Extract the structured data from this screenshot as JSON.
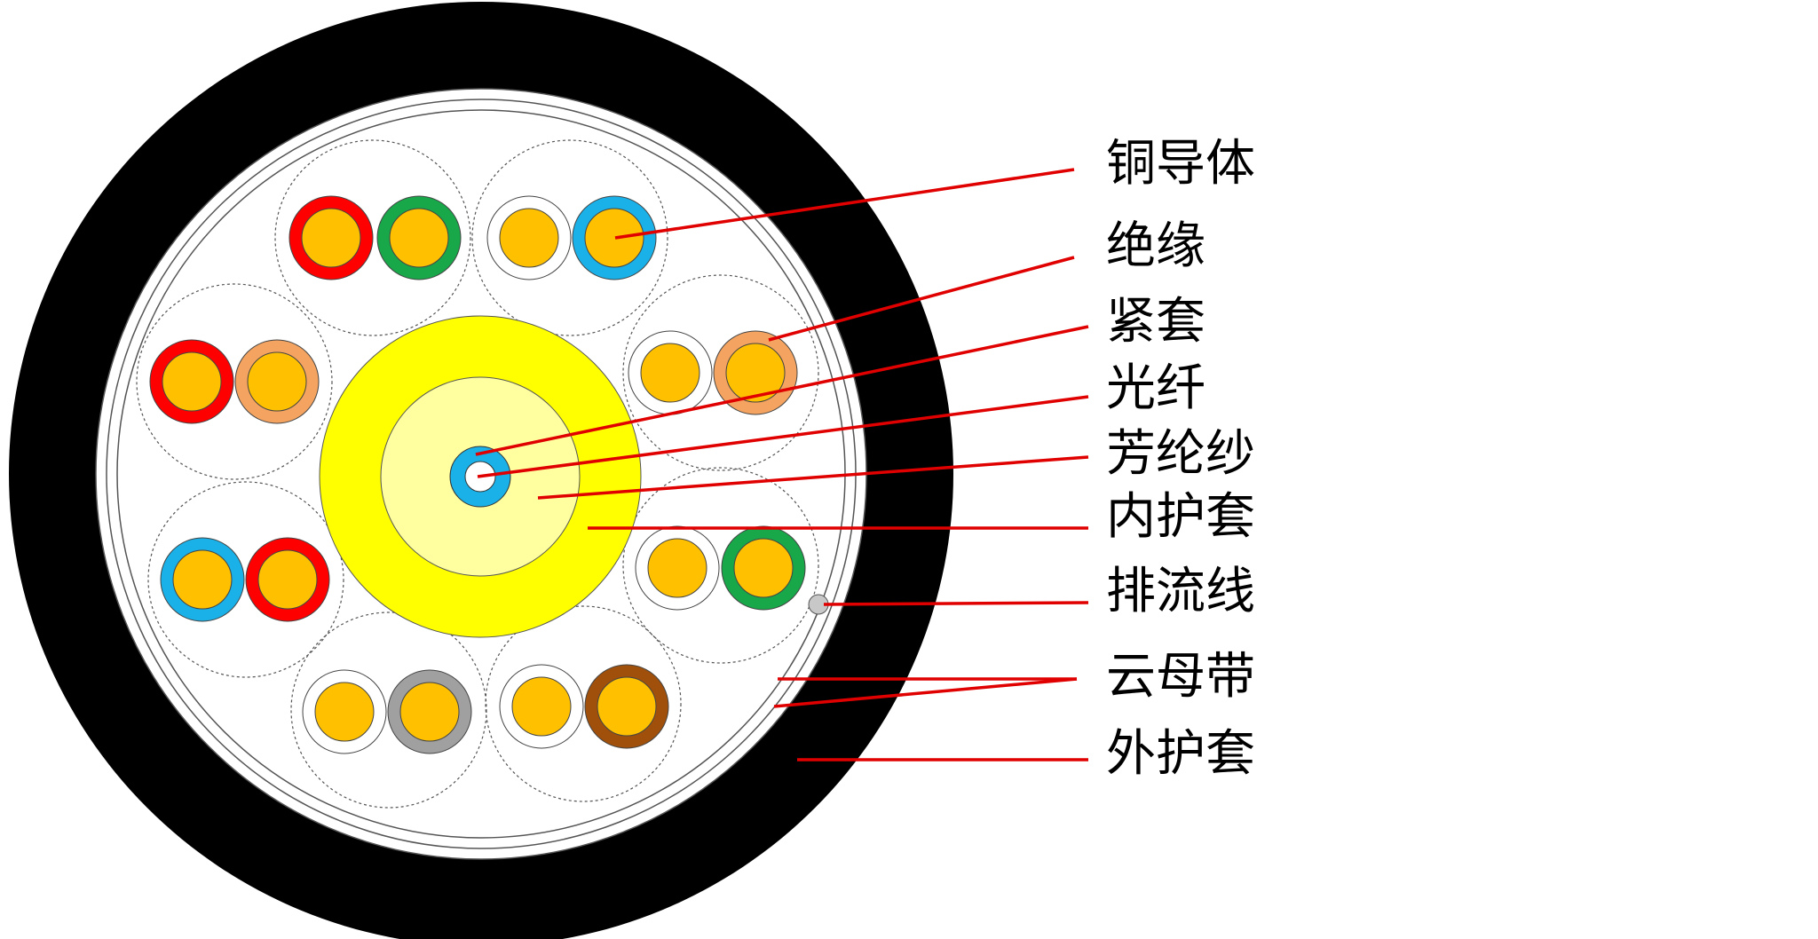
{
  "labels": {
    "copper_conductor": "铜导体",
    "insulation": "绝缘",
    "tight_buffer": "紧套",
    "optical_fiber": "光纤",
    "aramid_yarn": "芳纶纱",
    "inner_sheath": "内护套",
    "drain_wire": "排流线",
    "mica_tape": "云母带",
    "outer_sheath": "外护套"
  },
  "colors": {
    "outer_sheath": "#000000",
    "leader_line": "#e00000",
    "conductor": "#ffc000",
    "inner_sheath": "#ffff00",
    "aramid_yarn": "#ffffa0",
    "tight_buffer": "#1ab0e8",
    "insulation_red": "#ff0000",
    "insulation_green": "#18a84a",
    "insulation_white": "#ffffff",
    "insulation_blue": "#1ab0e8",
    "insulation_orange": "#f4a460",
    "insulation_gray": "#a0a0a0",
    "insulation_brown": "#a0500a",
    "drain_wire": "#c8c8c8"
  },
  "pairs": [
    {
      "name": "pair-1",
      "colors": [
        "insulation_red",
        "insulation_green"
      ]
    },
    {
      "name": "pair-2",
      "colors": [
        "insulation_white",
        "insulation_blue"
      ]
    },
    {
      "name": "pair-3",
      "colors": [
        "insulation_white",
        "insulation_orange"
      ]
    },
    {
      "name": "pair-4",
      "colors": [
        "insulation_white",
        "insulation_green"
      ]
    },
    {
      "name": "pair-5",
      "colors": [
        "insulation_white",
        "insulation_brown"
      ]
    },
    {
      "name": "pair-6",
      "colors": [
        "insulation_white",
        "insulation_gray"
      ]
    },
    {
      "name": "pair-7",
      "colors": [
        "insulation_blue",
        "insulation_red"
      ]
    },
    {
      "name": "pair-8",
      "colors": [
        "insulation_red",
        "insulation_orange"
      ]
    }
  ]
}
